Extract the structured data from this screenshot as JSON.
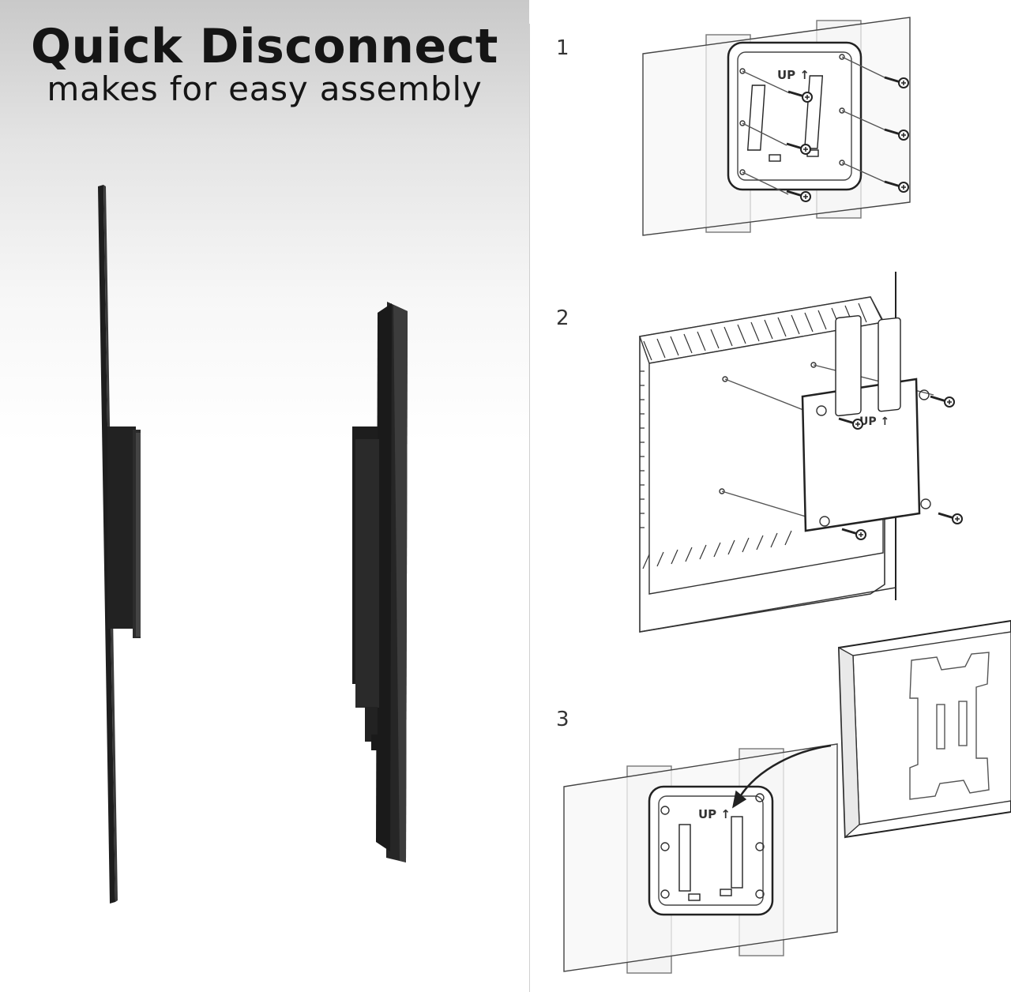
{
  "headline": {
    "title": "Quick Disconnect",
    "subtitle": "makes for easy assembly"
  },
  "steps": [
    {
      "number": "1",
      "plate_label": "UP ↑"
    },
    {
      "number": "2",
      "plate_label": "UP ↑"
    },
    {
      "number": "3",
      "plate_label": "UP ↑"
    }
  ],
  "colors": {
    "background_top": "#c9c9c9",
    "product_black": "#1f1f1f",
    "line_art": "#222222"
  }
}
